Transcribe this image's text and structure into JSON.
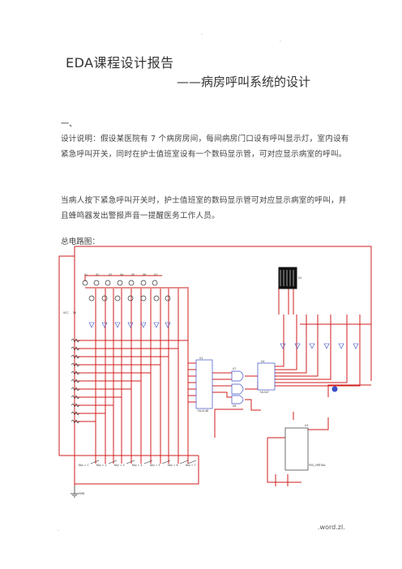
{
  "header": {
    "marks": [
      "·",
      "·"
    ]
  },
  "title": "EDA课程设计报告",
  "subtitle": "——病房呼叫系统的设计",
  "section": "一、",
  "paragraphs": [
    "设计说明：假设某医院有 7 个病房房间，每间病房门口设有呼叫显示灯，室内设有紧急呼叫开关，同时在护士值班室设有一个数码显示管，可对应显示病室的呼叫。",
    "当病人按下紧急呼叫开关时，护士值班室的数码显示管可对应显示病室的呼叫，并且蜂鸣器发出警报声音一提醒医务工作人员。"
  ],
  "circuit_label": "总电路图：",
  "circuit": {
    "vcc": "VCC",
    "vcc_voltage": "5V",
    "gnd": "GND",
    "u1": "U1",
    "u2": "U2",
    "u3": "U3",
    "u4": "U4",
    "u7": "U7",
    "u8": "U8",
    "u1_part": "74LS148",
    "u4_part": "74LS47",
    "u3_part": "555_VIRTUAL",
    "lamps": [
      "X1",
      "X2",
      "X3",
      "X4",
      "X5",
      "X6",
      "X7"
    ],
    "keys": [
      "Key = 1",
      "Key = 2",
      "Key = 3",
      "Key = 4",
      "Key = 5",
      "Key = 6",
      "Key = 7"
    ]
  },
  "footer": {
    "dot": ".",
    "word": ".word.zl."
  }
}
